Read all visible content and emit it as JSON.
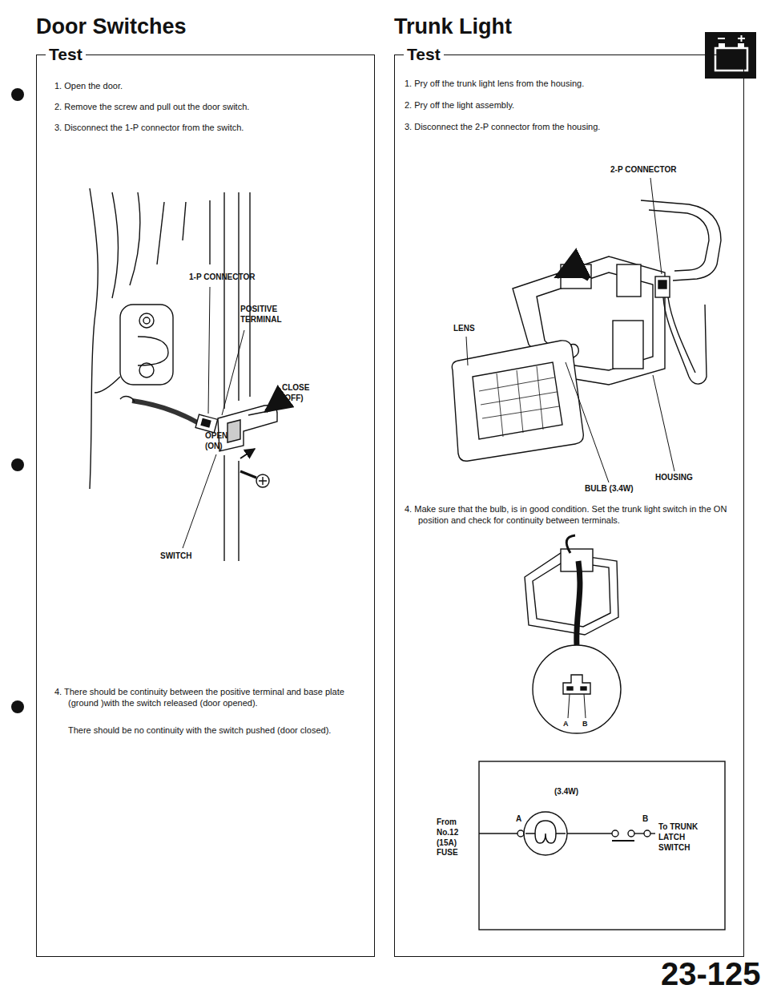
{
  "diagram": {
    "nodes": [
      {
        "text": [
          "Door Switches",
          "Test"
        ]
      },
      {
        "text": [
          "Trunk Light",
          "Test"
        ]
      }
    ],
    "labels": [
      "1. Open the door.",
      "2. Remove the screw and pull out the door switch.",
      "3. Disconnect the 1-P connector from the switch.",
      "1-P CONNECTOR",
      "POSITIVE TERMINAL",
      "CLOSE (OFF)",
      "OPEN (ON)",
      "SWITCH",
      "4. There should be continuity between the positive terminal and base plate (ground )with the switch released (door opened).",
      "There should be no continuity with the switch pushed (door closed).",
      "1. Pry off the trunk light lens from the housing.",
      "2. Pry off the light assembly.",
      "3. Disconnect the 2-P connector from the housing.",
      "2-P CONNECTOR",
      "LENS",
      "HOUSING",
      "BULB (3.4W)",
      "4. Make sure that the bulb, is in good condition. Set the trunk light switch in the ON position and check for continuity between terminals.",
      "A",
      "B",
      "(3.4W)",
      "From No.12 (15A) FUSE",
      "A",
      "B",
      "To TRUNK LATCH SWITCH",
      "23-125"
    ]
  }
}
